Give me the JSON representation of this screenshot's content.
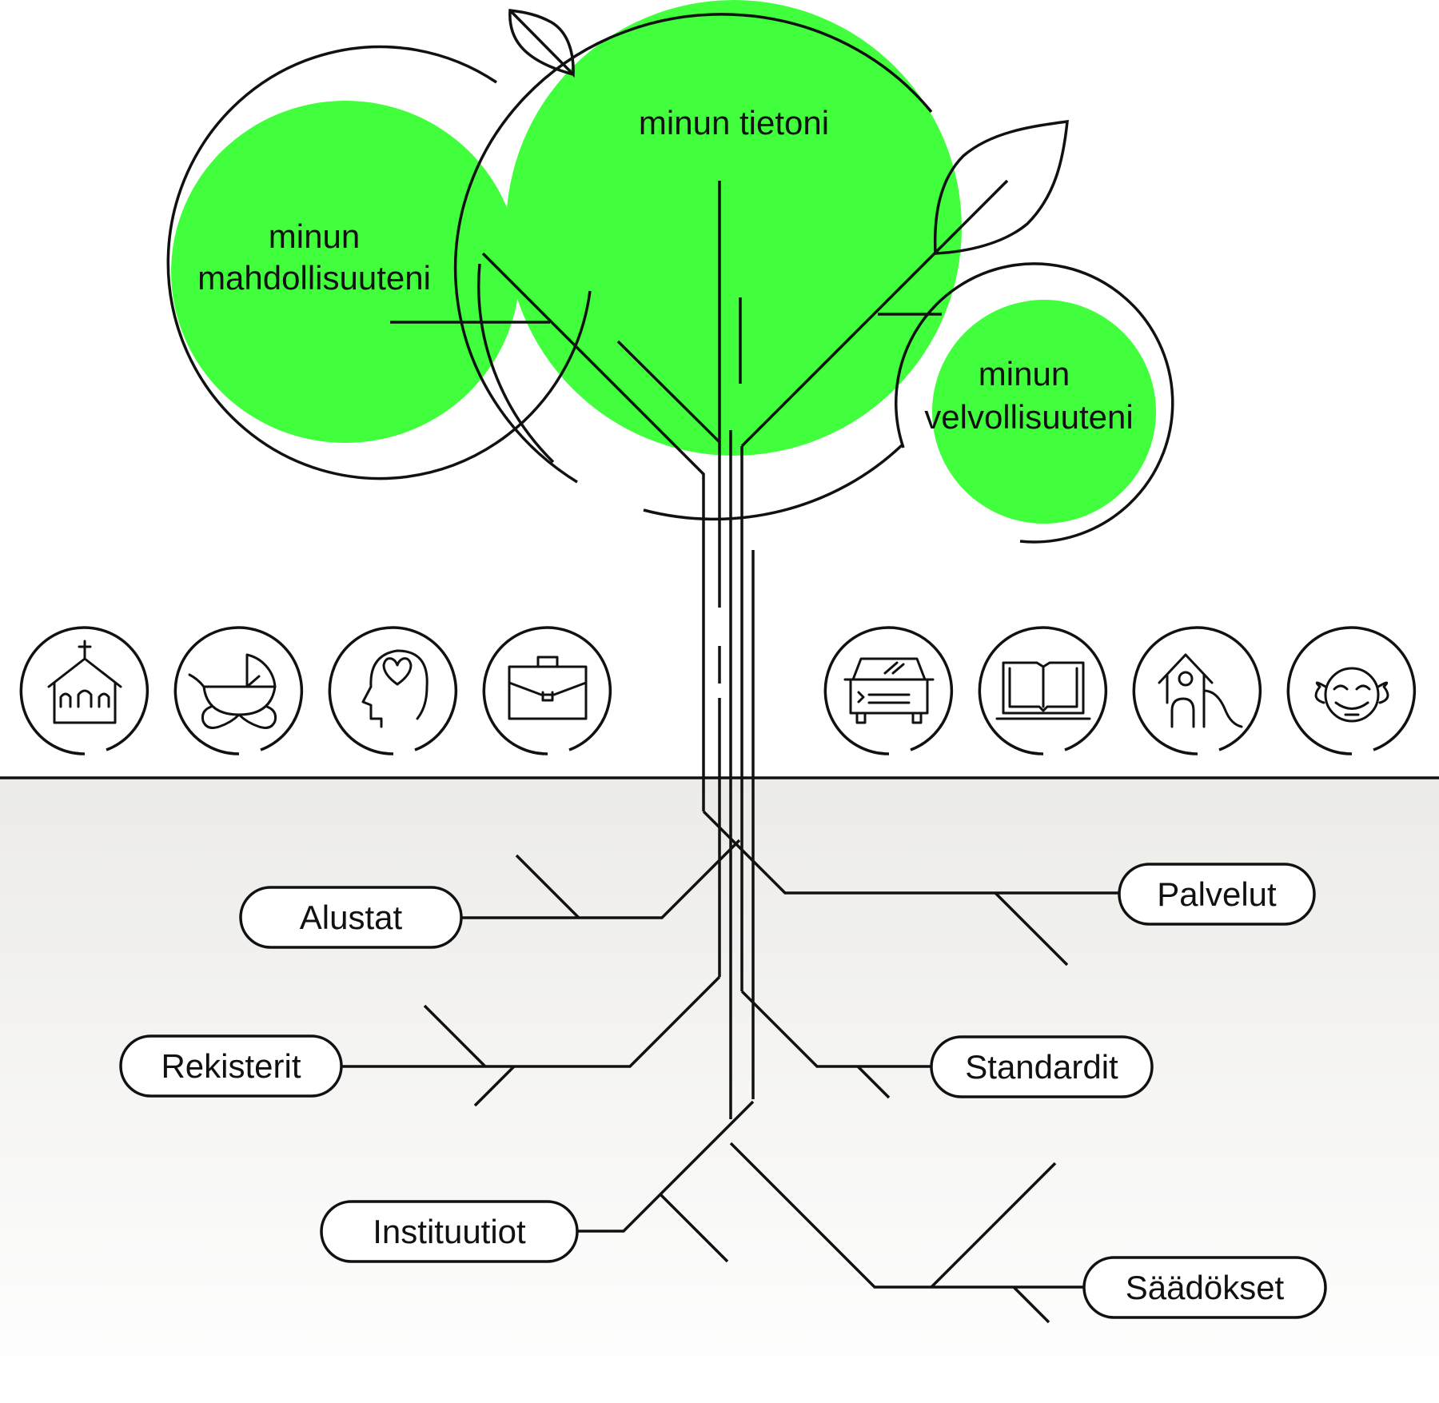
{
  "colors": {
    "canopy_green": "#42ff3e",
    "line": "#111111",
    "ground_top": "#ecebe8",
    "ground_bottom": "#ffffff",
    "background": "#ffffff"
  },
  "canopy": {
    "left": {
      "line1": "minun",
      "line2": "mahdollisuuteni"
    },
    "center": {
      "label": "minun tietoni"
    },
    "right": {
      "line1": "minun",
      "line2": "velvollisuuteni"
    }
  },
  "life_icons": {
    "left": [
      "church-icon",
      "baby-stroller-icon",
      "head-heart-icon",
      "briefcase-icon"
    ],
    "right": [
      "car-icon",
      "book-icon",
      "house-person-icon",
      "baby-face-icon"
    ]
  },
  "roots": {
    "left": [
      "Alustat",
      "Rekisterit",
      "Instituutiot"
    ],
    "right": [
      "Palvelut",
      "Standardit",
      "Säädökset"
    ]
  }
}
